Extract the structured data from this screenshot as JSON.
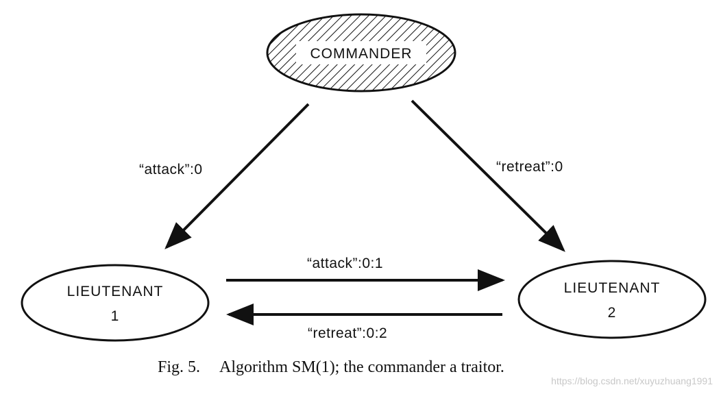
{
  "nodes": {
    "commander": {
      "label": "COMMANDER",
      "hatched": true
    },
    "lieutenant1": {
      "line1": "LIEUTENANT",
      "line2": "1"
    },
    "lieutenant2": {
      "line1": "LIEUTENANT",
      "line2": "2"
    }
  },
  "edges": {
    "commander_to_l1": "“attack”:0",
    "commander_to_l2": "“retreat”:0",
    "l1_to_l2": "“attack”:0:1",
    "l2_to_l1": "“retreat”:0:2"
  },
  "caption": {
    "fig": "Fig. 5.",
    "text": "Algorithm SM(1); the commander a traitor."
  },
  "watermark": "https://blog.csdn.net/xuyuzhuang1991",
  "colors": {
    "stroke": "#111111",
    "background": "#ffffff",
    "watermark": "#c8c8c8"
  }
}
